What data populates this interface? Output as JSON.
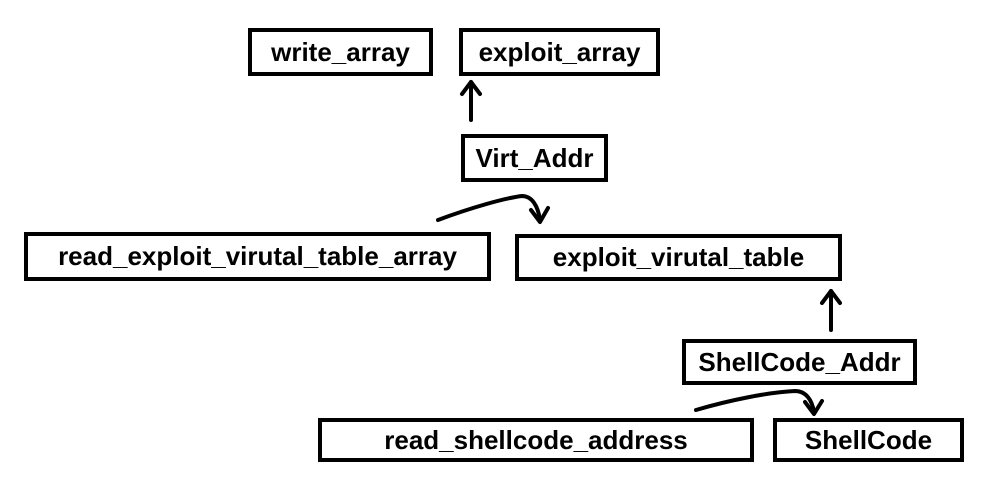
{
  "diagram": {
    "nodes": {
      "write_array": "write_array",
      "exploit_array": "exploit_array",
      "virt_addr": "Virt_Addr",
      "read_exploit_virutal_table_array": "read_exploit_virutal_table_array",
      "exploit_virutal_table": "exploit_virutal_table",
      "shellcode_addr": "ShellCode_Addr",
      "read_shellcode_address": "read_shellcode_address",
      "shellcode": "ShellCode"
    },
    "edges": [
      {
        "from": "virt_addr",
        "to": "exploit_array",
        "style": "straight-arrow-up"
      },
      {
        "from": "read_exploit_virutal_table_array",
        "to": "exploit_virutal_table",
        "style": "curved-arrow"
      },
      {
        "from": "shellcode_addr",
        "to": "exploit_virutal_table",
        "style": "straight-arrow-up"
      },
      {
        "from": "read_shellcode_address",
        "to": "shellcode",
        "style": "curved-arrow"
      }
    ],
    "colors": {
      "background": "#ffffff",
      "stroke": "#000000",
      "text": "#000000"
    }
  }
}
